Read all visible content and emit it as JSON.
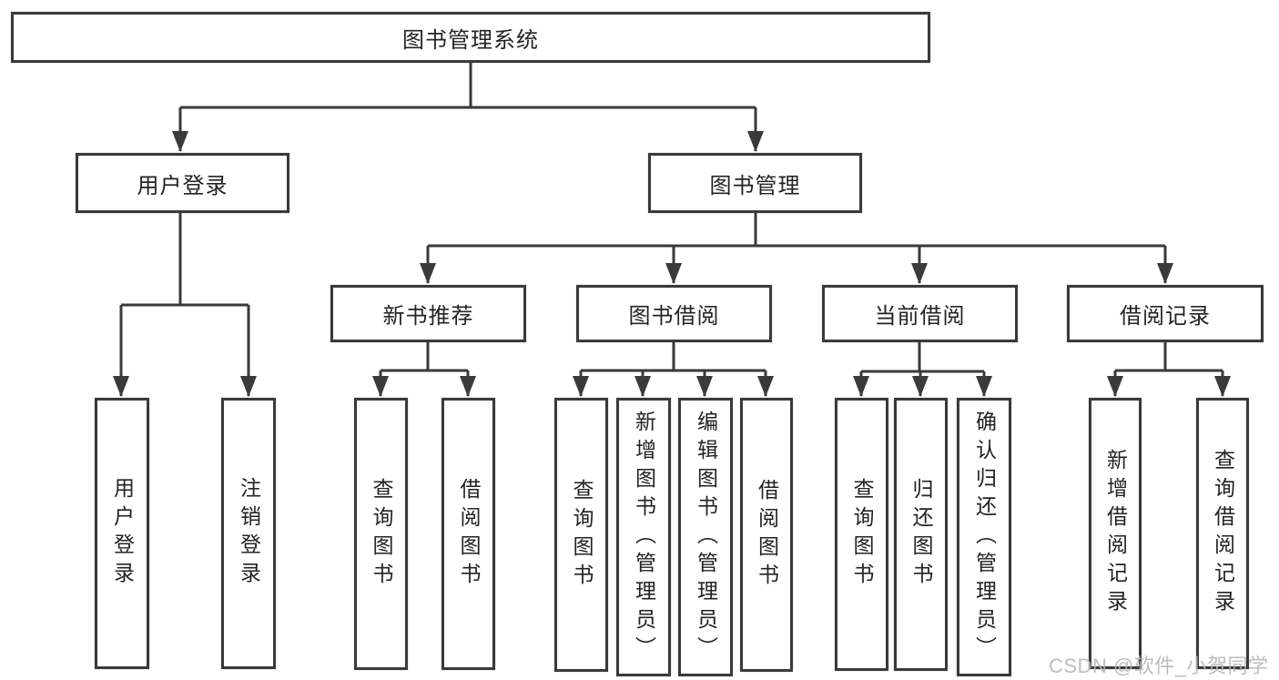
{
  "tree": {
    "root": "图书管理系统",
    "children": [
      {
        "label": "用户登录",
        "children": [
          "用户登录",
          "注销登录"
        ]
      },
      {
        "label": "图书管理",
        "children": [
          {
            "label": "新书推荐",
            "children": [
              "查询图书",
              "借阅图书"
            ]
          },
          {
            "label": "图书借阅",
            "children": [
              "查询图书",
              "新增图书（管理员）",
              "编辑图书（管理员）",
              "借阅图书"
            ]
          },
          {
            "label": "当前借阅",
            "children": [
              "查询图书",
              "归还图书",
              "确认归还（管理员）"
            ]
          },
          {
            "label": "借阅记录",
            "children": [
              "新增借阅记录",
              "查询借阅记录"
            ]
          }
        ]
      }
    ]
  },
  "colors": {
    "line": "#3a3a3a",
    "text": "#232323",
    "watermark": "#b5b5b5",
    "background": "#ffffff"
  },
  "watermark": {
    "text": "CSDN @软件_小贺同学"
  }
}
